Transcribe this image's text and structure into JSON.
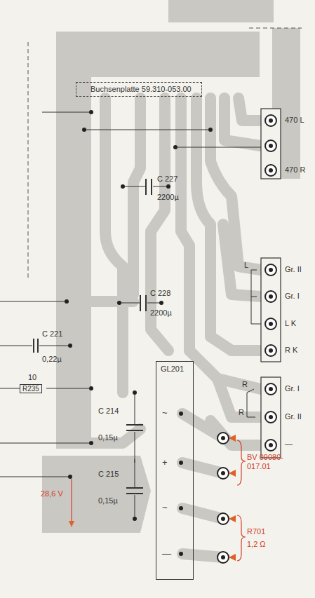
{
  "diagram": {
    "nodes": [
      {
        "text": [
          "Buchsenplatte 59.310-053.00"
        ]
      },
      {
        "text": [
          "GL201",
          "~",
          "+",
          "~",
          "—"
        ]
      },
      {
        "text": [
          "R235"
        ]
      }
    ],
    "labels": [
      "470 L",
      "470 R",
      "C 227",
      "2200µ",
      "L",
      "Gr. II",
      "Gr. I",
      "L K",
      "R K",
      "C 228",
      "2200µ",
      "C 221",
      "0,22µ",
      "10",
      "R",
      "R",
      "Gr. I",
      "Gr. II",
      "—",
      "C 214",
      "0,15µ",
      "C 215",
      "0,15µ",
      "28,6 V",
      "BV 09080-017.01",
      "R701",
      "1,2 Ω"
    ]
  }
}
